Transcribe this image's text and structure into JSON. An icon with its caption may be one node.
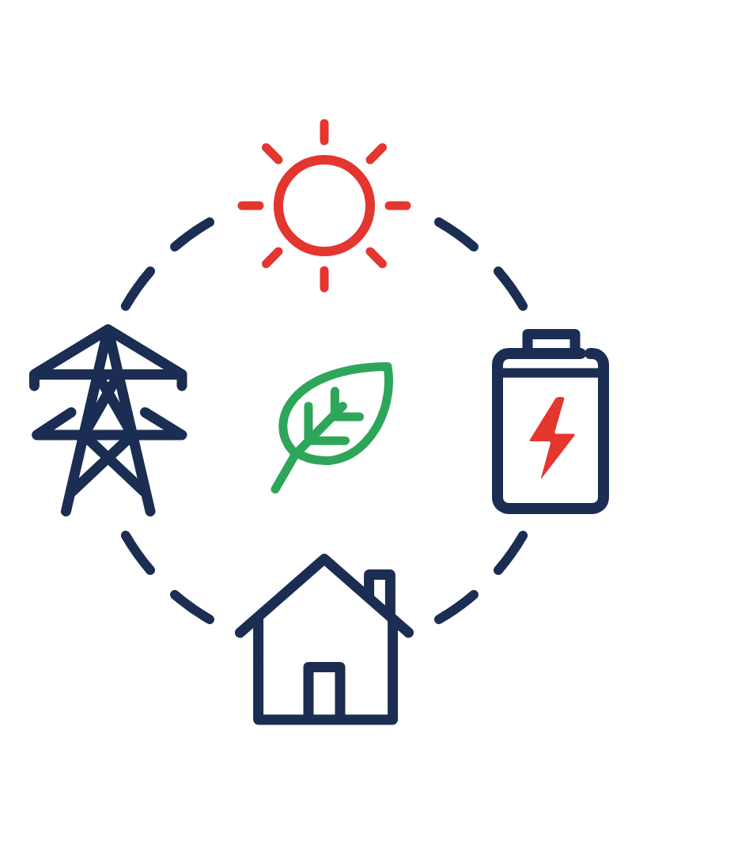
{
  "diagram": {
    "nodes": [
      {
        "text": [],
        "shape": "sun"
      },
      {
        "text": [],
        "shape": "pylon"
      },
      {
        "text": [],
        "shape": "leaf"
      },
      {
        "text": [],
        "shape": "battery"
      },
      {
        "text": [],
        "shape": "house"
      }
    ],
    "edges": [
      {
        "from": 0,
        "to": 3,
        "arrow": "none",
        "style": "dashed"
      },
      {
        "from": 3,
        "to": 4,
        "arrow": "none",
        "style": "dashed"
      },
      {
        "from": 4,
        "to": 1,
        "arrow": "none",
        "style": "dashed"
      },
      {
        "from": 1,
        "to": 0,
        "arrow": "none",
        "style": "dashed"
      }
    ]
  }
}
